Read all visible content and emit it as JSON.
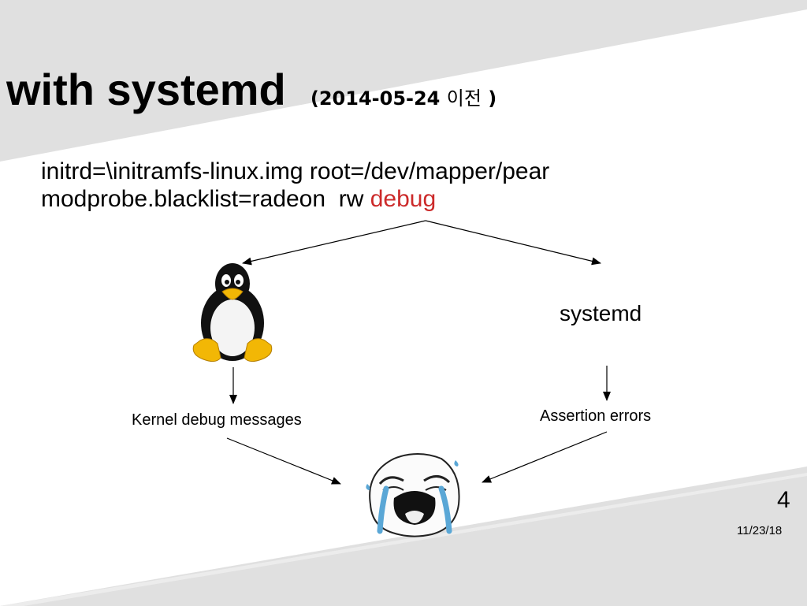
{
  "slide": {
    "title": "with systemd",
    "title_sub_prefix": "(2014-05-24 ",
    "title_sub_korean": "이전",
    "title_sub_suffix": " )",
    "cmdline_line1": "initrd=\\initramfs-linux.img root=/dev/mapper/pear",
    "cmdline_line2_prefix": "modprobe.blacklist=radeon  rw ",
    "cmdline_line2_debug": "debug",
    "systemd_label": "systemd",
    "kernel_messages": "Kernel debug messages",
    "assertion_errors": "Assertion errors",
    "page_number": "4",
    "date": "11/23/18"
  },
  "colors": {
    "debug_highlight": "#cc2a2a",
    "background_band": "#e0e0e0",
    "tear_blue": "#5aa7d6"
  },
  "icons": {
    "linux": "tux-penguin-icon",
    "reaction": "crying-face-icon"
  }
}
